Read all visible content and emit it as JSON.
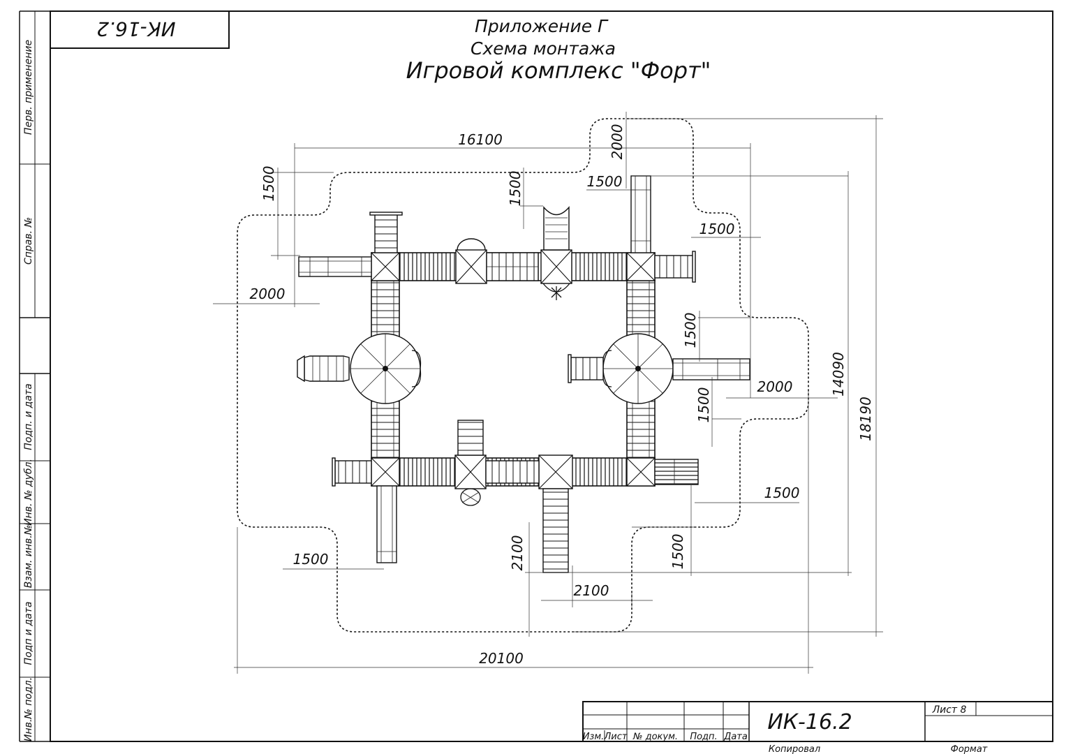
{
  "drawing": {
    "code_box": "ИК-16.2",
    "title_1": "Приложение Г",
    "title_2": "Схема монтажа",
    "title_3": "Игровой комплекс \"Форт\""
  },
  "side_stamp": [
    "Перв. применение",
    "Справ. №",
    "Подп. и дата",
    "Инв. № дубл.",
    "Взам. инв.№",
    "Подп и дата",
    "Инв.№ подл."
  ],
  "dimensions": {
    "d16100": "16100",
    "d2000_top": "2000",
    "d1500_a": "1500",
    "d1500_b": "1500",
    "d1500_c": "1500",
    "d1500_d": "1500",
    "d2000_left": "2000",
    "d1500_e": "1500",
    "d1500_f": "1500",
    "d2000_right": "2000",
    "d14090": "14090",
    "d18190": "18190",
    "d1500_g": "1500",
    "d1500_h": "1500",
    "d1500_i": "1500",
    "d2100_v": "2100",
    "d2100_h": "2100",
    "d20100": "20100"
  },
  "title_block": {
    "col_izm": "Изм.",
    "col_list": "Лист",
    "col_doc": "№ докум.",
    "col_sign": "Подп.",
    "col_date": "Дата",
    "designation": "ИК-16.2",
    "sheet_label": "Лист 8",
    "copied": "Копировал",
    "format": "Формат"
  }
}
